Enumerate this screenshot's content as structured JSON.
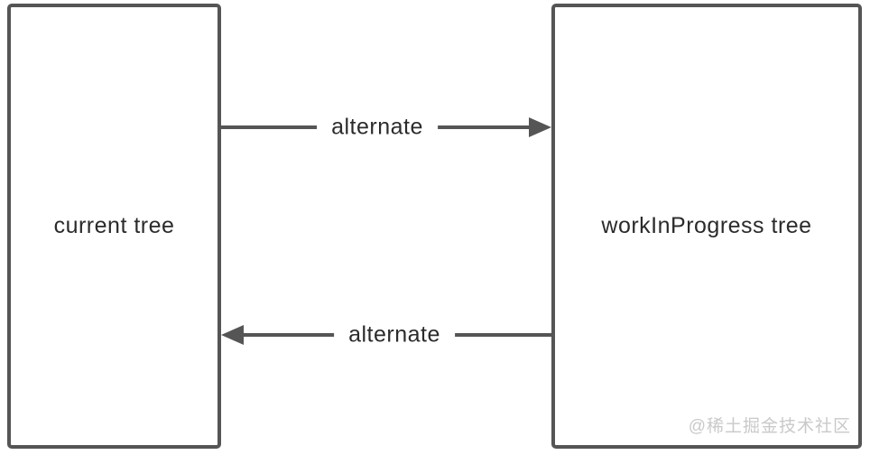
{
  "diagram": {
    "left_box": {
      "label": "current tree"
    },
    "right_box": {
      "label": "workInProgress tree"
    },
    "top_arrow": {
      "label": "alternate",
      "direction": "right"
    },
    "bottom_arrow": {
      "label": "alternate",
      "direction": "left"
    },
    "watermark": "@稀土掘金技术社区",
    "colors": {
      "stroke": "#555555",
      "text": "#2b2b2b",
      "watermark": "#c9c9c9",
      "background": "#ffffff"
    }
  }
}
